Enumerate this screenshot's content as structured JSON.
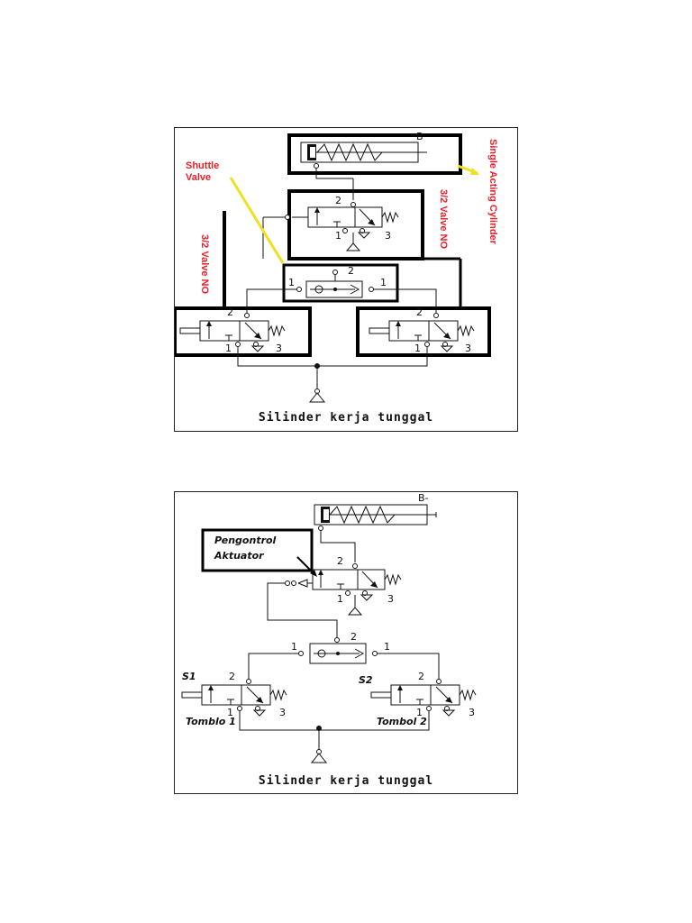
{
  "diagram_1": {
    "caption": "Silinder kerja tunggal",
    "annotations": {
      "shuttle_valve": [
        "Shuttle",
        "Valve"
      ],
      "single_acting_cylinder": "Single Acting Cylinder",
      "valve_no_right": "3/2 Valve NO",
      "valve_no_left": "3/2 Valve NO"
    },
    "ports": {
      "cylinder_label": "B",
      "main_valve_top": "2",
      "main_valve_bottom_left": "1",
      "main_valve_bottom_right": "3",
      "shuttle_top": "2",
      "shuttle_left": "1",
      "shuttle_right": "1",
      "left_valve_top": "2",
      "left_valve_bottom_left": "1",
      "left_valve_bottom_right": "3",
      "right_valve_top": "2",
      "right_valve_bottom_left": "1",
      "right_valve_bottom_right": "3"
    }
  },
  "diagram_2": {
    "caption": "Silinder kerja tunggal",
    "callout": [
      "Pengontrol",
      "Aktuator"
    ],
    "switch_left": "S1",
    "switch_right": "S2",
    "button_left": "Tomblo 1",
    "button_right": "Tombol 2",
    "ports": {
      "cylinder_label": "B-",
      "main_valve_top": "2",
      "main_valve_bottom_left": "1",
      "main_valve_bottom_right": "3",
      "shuttle_top": "2",
      "shuttle_left": "1",
      "shuttle_right": "1",
      "left_valve_top": "2",
      "left_valve_bottom_left": "1",
      "left_valve_bottom_right": "3",
      "right_valve_top": "2",
      "right_valve_bottom_left": "1",
      "right_valve_bottom_right": "3"
    }
  },
  "colors": {
    "annotation": "#e8202a",
    "pointer": "#f0e020",
    "line": "#111111"
  }
}
